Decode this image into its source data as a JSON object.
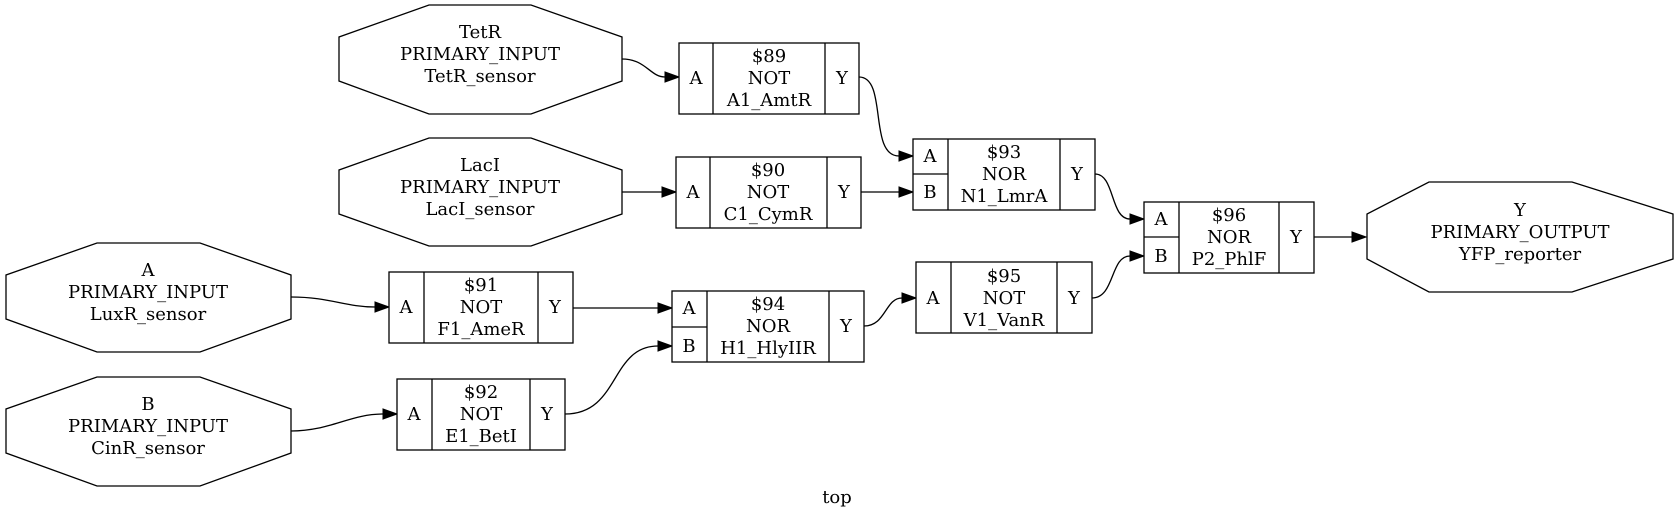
{
  "diagram": {
    "title": "top",
    "ports": {
      "tetr": [
        "TetR",
        "PRIMARY_INPUT",
        "TetR_sensor"
      ],
      "laci": [
        "LacI",
        "PRIMARY_INPUT",
        "LacI_sensor"
      ],
      "a": [
        "A",
        "PRIMARY_INPUT",
        "LuxR_sensor"
      ],
      "b": [
        "B",
        "PRIMARY_INPUT",
        "CinR_sensor"
      ],
      "y": [
        "Y",
        "PRIMARY_OUTPUT",
        "YFP_reporter"
      ]
    },
    "gates": {
      "g89": {
        "id": "$89",
        "type": "NOT",
        "name": "A1_AmtR",
        "inputs": [
          "A"
        ],
        "output": "Y"
      },
      "g90": {
        "id": "$90",
        "type": "NOT",
        "name": "C1_CymR",
        "inputs": [
          "A"
        ],
        "output": "Y"
      },
      "g91": {
        "id": "$91",
        "type": "NOT",
        "name": "F1_AmeR",
        "inputs": [
          "A"
        ],
        "output": "Y"
      },
      "g92": {
        "id": "$92",
        "type": "NOT",
        "name": "E1_BetI",
        "inputs": [
          "A"
        ],
        "output": "Y"
      },
      "g93": {
        "id": "$93",
        "type": "NOR",
        "name": "N1_LmrA",
        "inputs": [
          "A",
          "B"
        ],
        "output": "Y"
      },
      "g94": {
        "id": "$94",
        "type": "NOR",
        "name": "H1_HlyIIR",
        "inputs": [
          "A",
          "B"
        ],
        "output": "Y"
      },
      "g95": {
        "id": "$95",
        "type": "NOT",
        "name": "V1_VanR",
        "inputs": [
          "A"
        ],
        "output": "Y"
      },
      "g96": {
        "id": "$96",
        "type": "NOR",
        "name": "P2_PhlF",
        "inputs": [
          "A",
          "B"
        ],
        "output": "Y"
      }
    }
  }
}
